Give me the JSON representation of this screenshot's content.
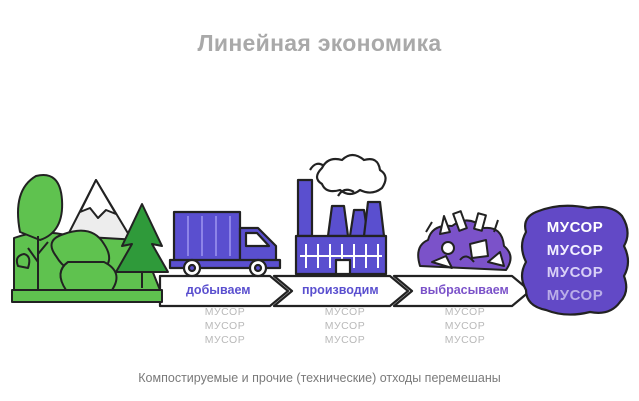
{
  "title": "Линейная экономика",
  "stages": [
    {
      "label": "добываем",
      "waste": [
        "МУСОР",
        "МУСОР",
        "МУСОР"
      ]
    },
    {
      "label": "производим",
      "waste": [
        "МУСОР",
        "МУСОР",
        "МУСОР"
      ]
    },
    {
      "label": "выбрасываем",
      "waste": [
        "МУСОР",
        "МУСОР",
        "МУСОР"
      ]
    }
  ],
  "final": {
    "labels": [
      "МУСОР",
      "МУСОР",
      "МУСОР",
      "МУСОР"
    ]
  },
  "footer": "Компостируемые и прочие (технические) отходы перемешаны",
  "icons": [
    "forest-mountain-icon",
    "truck-icon",
    "factory-icon",
    "garbage-pile-icon",
    "garbage-cloud-icon"
  ],
  "colors": {
    "accent": "#5a4fcf",
    "purple": "#7b52c9",
    "green": "#5fc24f",
    "dark_green": "#2f9a3a",
    "title_gray": "#a9a9a9",
    "waste_gray": "#b9b9b9",
    "outline": "#222222"
  }
}
